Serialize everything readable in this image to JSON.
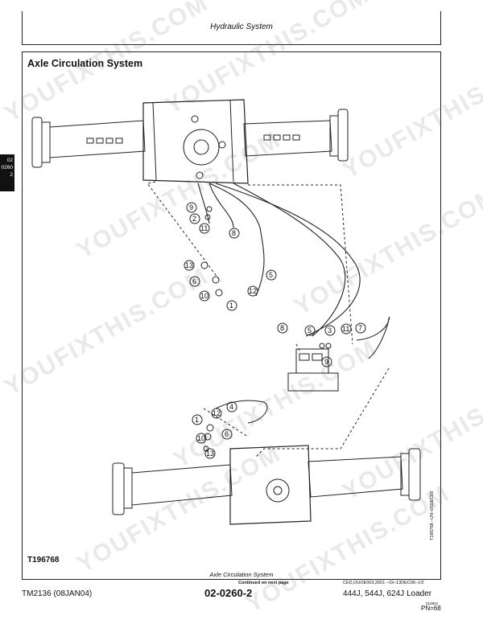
{
  "header": {
    "title": "Hydraulic System"
  },
  "section": {
    "title": "Axle Circulation System"
  },
  "side_tab": {
    "line1": "02",
    "line2": "0260",
    "line3": "2"
  },
  "figure": {
    "id": "T196768",
    "vertical_ref": "T196768 –UN–05DEC03",
    "callouts_upper": [
      "9",
      "2",
      "11",
      "8",
      "13",
      "6",
      "10",
      "1",
      "12",
      "5"
    ],
    "callouts_valve": [
      "8",
      "5",
      "3",
      "11",
      "7",
      "9"
    ],
    "callouts_lower": [
      "4",
      "1",
      "12",
      "10",
      "6",
      "13"
    ]
  },
  "caption": "Axle Circulation System",
  "continued": "Continued on next page",
  "ced_ref": "CED,OUOE003,2651   –19–13DEC06–1/2",
  "footer": {
    "manual": "TM2136 (08JAN04)",
    "page": "02-0260-2",
    "model": "444J, 544J, 624J Loader",
    "small_code": "010804",
    "pn": "PN=68"
  },
  "watermark": "YOUFIXTHIS.COM"
}
